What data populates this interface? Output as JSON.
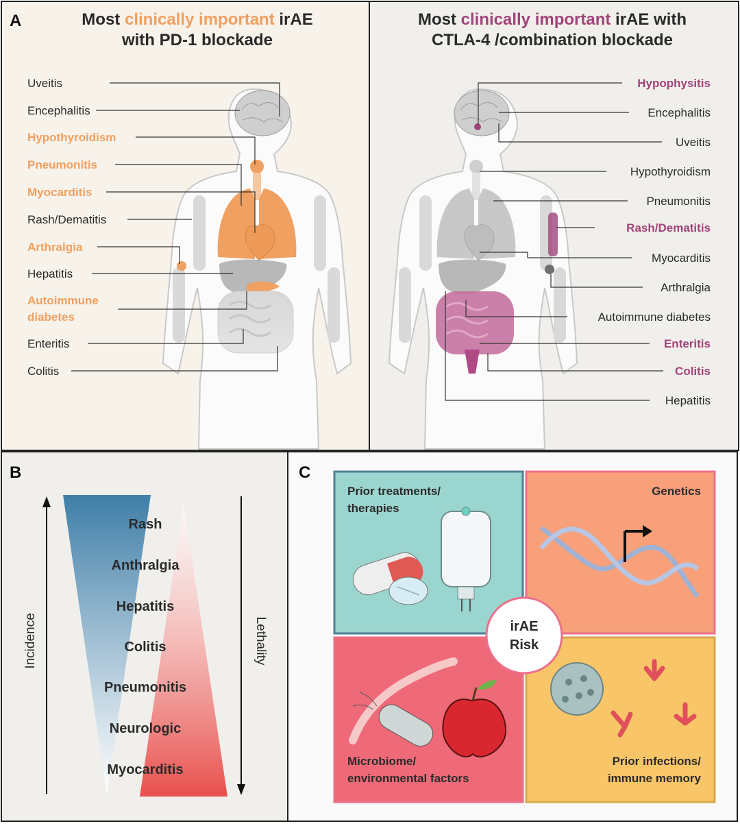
{
  "panel_a": {
    "tag": "A",
    "left": {
      "title_pre": "Most ",
      "title_highlight": "clinically important",
      "title_post": " irAE",
      "title_line2": "with PD-1 blockade",
      "labels": [
        {
          "text": "Uveitis",
          "highlight": false
        },
        {
          "text": "Encephalitis",
          "highlight": false
        },
        {
          "text": "Hypothyroidism",
          "highlight": true
        },
        {
          "text": "Pneumonitis",
          "highlight": true
        },
        {
          "text": "Myocarditis",
          "highlight": true
        },
        {
          "text": "Rash/Dematitis",
          "highlight": false
        },
        {
          "text": "Arthralgia",
          "highlight": true
        },
        {
          "text": "Hepatitis",
          "highlight": false
        },
        {
          "text": "Autoimmune",
          "highlight": true
        },
        {
          "text": "diabetes",
          "highlight": true
        },
        {
          "text": "Enteritis",
          "highlight": false
        },
        {
          "text": "Colitis",
          "highlight": false
        }
      ]
    },
    "right": {
      "title_pre": "Most ",
      "title_highlight": "clinically important",
      "title_post": " irAE with",
      "title_line2": "CTLA-4 /combination blockade",
      "labels": [
        {
          "text": "Hypophysitis",
          "highlight": true
        },
        {
          "text": "Encephalitis",
          "highlight": false
        },
        {
          "text": "Uveitis",
          "highlight": false
        },
        {
          "text": "Hypothyroidism",
          "highlight": false
        },
        {
          "text": "Pneumonitis",
          "highlight": false
        },
        {
          "text": "Rash/Dematitis",
          "highlight": true
        },
        {
          "text": "Myocarditis",
          "highlight": false
        },
        {
          "text": "Arthralgia",
          "highlight": false
        },
        {
          "text": "Autoimmune diabetes",
          "highlight": false
        },
        {
          "text": "Enteritis",
          "highlight": true
        },
        {
          "text": "Colitis",
          "highlight": true
        },
        {
          "text": "Hepatitis",
          "highlight": false
        }
      ]
    }
  },
  "panel_b": {
    "tag": "B",
    "incidence_label": "Incidence",
    "lethality_label": "Lethality",
    "items": [
      "Rash",
      "Anthralgia",
      "Hepatitis",
      "Colitis",
      "Pneumonitis",
      "Neurologic",
      "Myocarditis"
    ]
  },
  "panel_c": {
    "tag": "C",
    "center_line1": "irAE",
    "center_line2": "Risk",
    "boxes": {
      "treatments": [
        "Prior treatments/",
        "therapies"
      ],
      "genetics": [
        "Genetics"
      ],
      "microbiome": [
        "Microbiome/",
        "environmental factors"
      ],
      "infections": [
        "Prior infections/",
        "immune memory"
      ]
    }
  },
  "colors": {
    "pd1_highlight": "#f0a060",
    "ctla4_highlight": "#a0447a",
    "incidence_blue": "#3f7ea8",
    "lethality_red": "#e8504c",
    "box_teal": "#9bd5cf",
    "box_orange": "#f7a07a",
    "box_red": "#ee6a78",
    "box_yellow": "#f8c568"
  },
  "icons": [
    "brain-icon",
    "lungs-icon",
    "heart-icon",
    "intestines-icon",
    "pill-icon",
    "iv-bag-icon",
    "dna-icon",
    "bacteria-icon",
    "apple-icon",
    "virus-icon",
    "antibody-icon"
  ]
}
